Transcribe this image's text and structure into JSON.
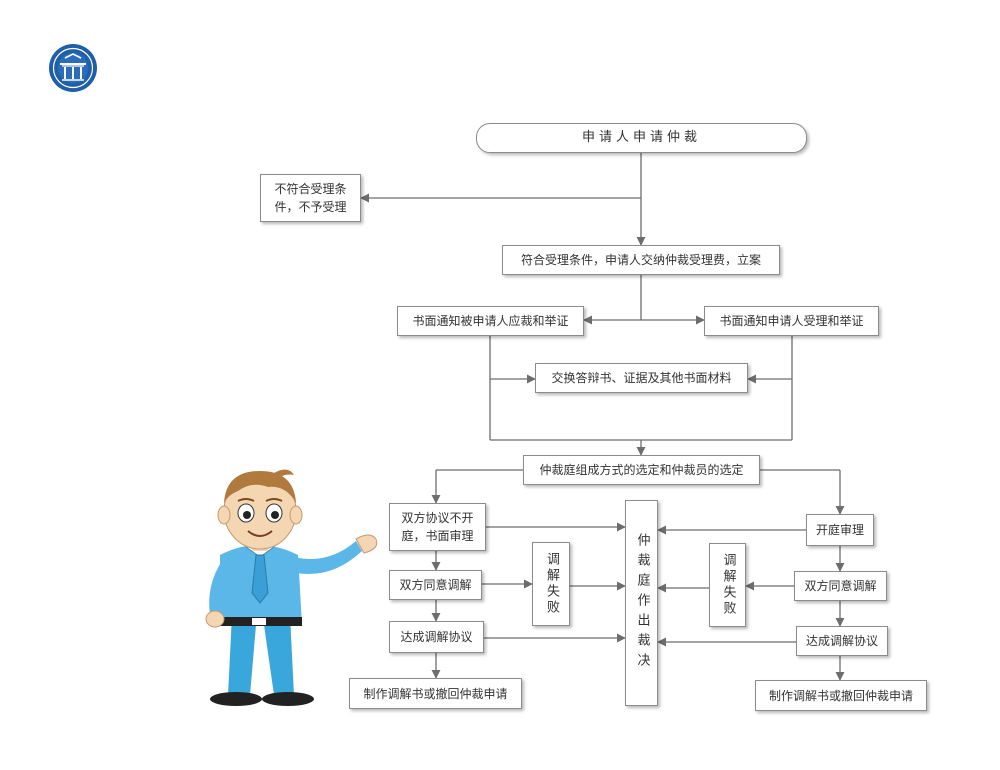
{
  "colors": {
    "line": "#6d6d6d",
    "box_border": "#8c8c8c",
    "logo": "#1f5fa8",
    "shirt": "#5bb7e8"
  },
  "icons": {
    "logo": "institution-seal-icon",
    "figure": "presenter-cartoon-icon"
  },
  "flow": {
    "start": "申请人申请仲裁",
    "reject": "不符合受理条件，不予受理",
    "accept": "符合受理条件，申请人交纳仲裁受理费，立案",
    "notify_respondent": "书面通知被申请人应裁和举证",
    "notify_applicant": "书面通知申请人受理和举证",
    "exchange": "交换答辩书、证据及其他书面材料",
    "tribunal": "仲裁庭组成方式的选定和仲裁员的选定",
    "written_trial": "双方协议不开庭，书面审理",
    "open_trial": "开庭审理",
    "mediate_left": "双方同意调解",
    "mediate_right": "双方同意调解",
    "fail_left": "调解失败",
    "fail_right": "调解失败",
    "agree_left": "达成调解协议",
    "agree_right": "达成调解协议",
    "award": "仲裁庭作出裁决",
    "doc_left": "制作调解书或撤回仲裁申请",
    "doc_right": "制作调解书或撤回仲裁申请"
  }
}
